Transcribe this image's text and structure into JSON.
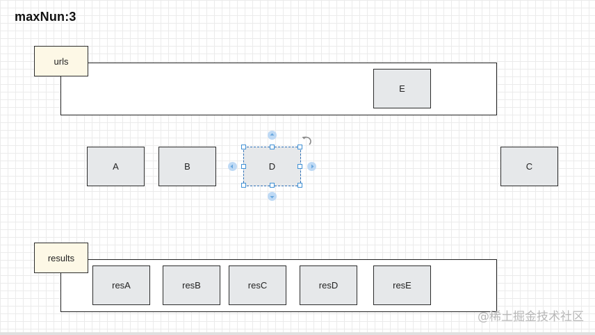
{
  "title": "maxNun:3",
  "urls_group": {
    "label": "urls",
    "nodes": [
      {
        "label": "E"
      }
    ]
  },
  "queue_nodes": [
    {
      "label": "A"
    },
    {
      "label": "B"
    },
    {
      "label": "D",
      "selected": true
    },
    {
      "label": "C"
    }
  ],
  "results_group": {
    "label": "results",
    "nodes": [
      {
        "label": "resA"
      },
      {
        "label": "resB"
      },
      {
        "label": "resC"
      },
      {
        "label": "resD"
      },
      {
        "label": "resE"
      }
    ]
  },
  "watermark": "@稀土掘金技术社区",
  "colors": {
    "node_fill": "#e6e8ea",
    "label_fill": "#fdf8e6",
    "selection": "#3d8fd4"
  }
}
